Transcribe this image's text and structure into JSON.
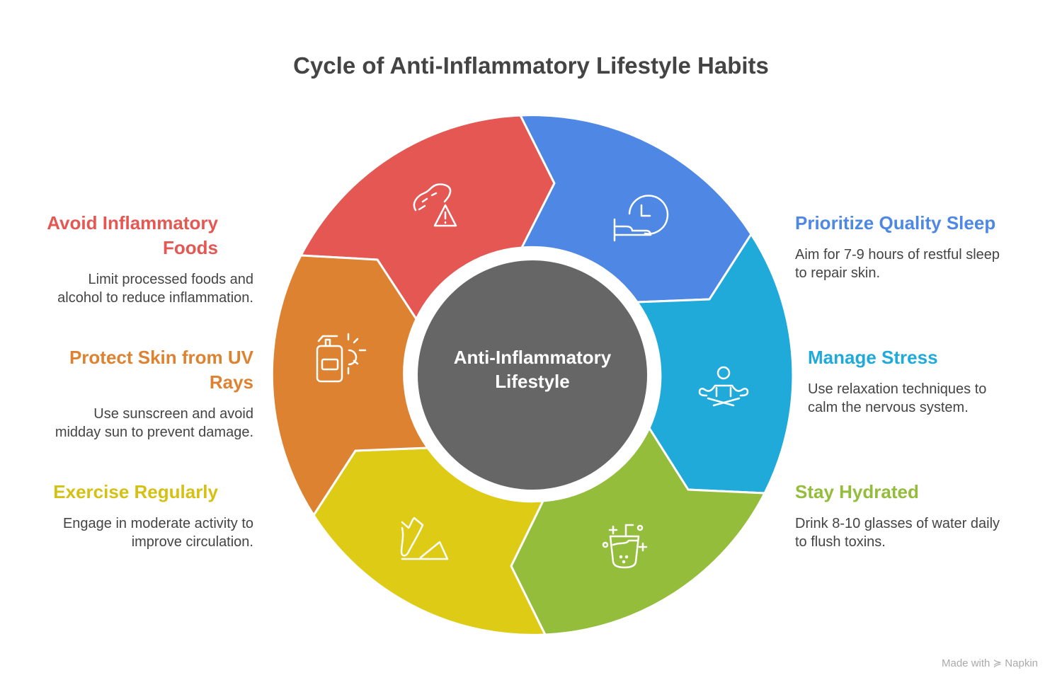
{
  "title": "Cycle of Anti-Inflammatory Lifestyle Habits",
  "center": {
    "line1": "Anti-Inflammatory",
    "line2": "Lifestyle",
    "color": "#666666"
  },
  "segments": [
    {
      "id": "foods",
      "title": "Avoid Inflammatory Foods",
      "title1": "Avoid Inflammatory",
      "title2": "Foods",
      "desc1": "Limit processed foods and",
      "desc2": "alcohol to reduce inflammation.",
      "color": "#E45753",
      "icon": "peanut-warning-icon"
    },
    {
      "id": "sleep",
      "title": "Prioritize Quality Sleep",
      "desc1": "Aim for 7-9 hours of restful sleep",
      "desc2": "to repair skin.",
      "color": "#4E88E4",
      "icon": "sleep-clock-icon"
    },
    {
      "id": "stress",
      "title": "Manage Stress",
      "desc1": "Use relaxation techniques to",
      "desc2": "calm the nervous system.",
      "color": "#20AADA",
      "icon": "meditation-icon"
    },
    {
      "id": "hydrate",
      "title": "Stay Hydrated",
      "desc1": "Drink 8-10 glasses of water daily",
      "desc2": "to flush toxins.",
      "color": "#93BD3A",
      "icon": "drink-cup-icon"
    },
    {
      "id": "exercise",
      "title": "Exercise Regularly",
      "desc1": "Engage in moderate activity to",
      "desc2": "improve circulation.",
      "color": "#DECB16",
      "icon": "sneaker-icon"
    },
    {
      "id": "uv",
      "title": "Protect Skin from UV Rays",
      "title1": "Protect Skin from UV",
      "title2": "Rays",
      "desc1": "Use sunscreen and avoid",
      "desc2": "midday sun to prevent damage.",
      "color": "#DD8230",
      "icon": "sunscreen-icon"
    }
  ],
  "footer": {
    "made_with": "Made with",
    "brand": "Napkin"
  }
}
